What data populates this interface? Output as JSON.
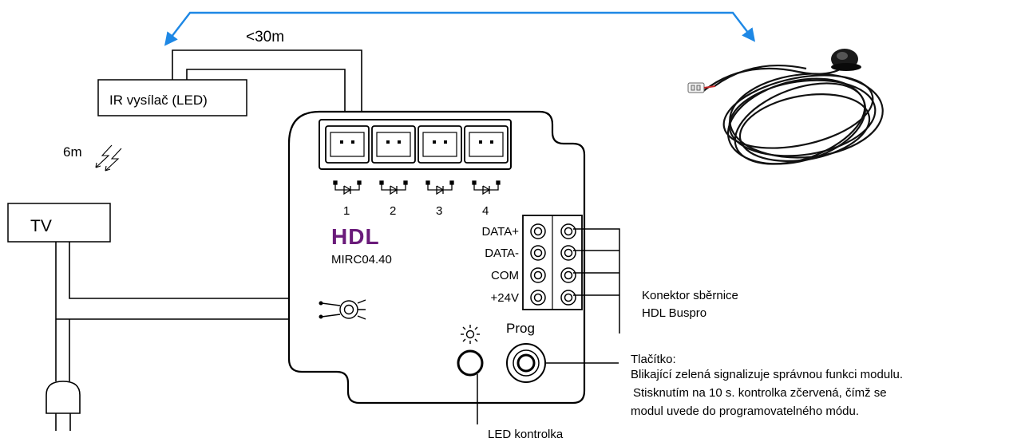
{
  "distance_label": "<30m",
  "ir_label": "IR vysílač (LED)",
  "ir_range_label": "6m",
  "tv_label": "TV",
  "brand": "HDL",
  "model": "MIRC04.40",
  "channels": [
    "1",
    "2",
    "3",
    "4"
  ],
  "bus_pins": [
    "DATA+",
    "DATA-",
    "COM",
    "+24V"
  ],
  "prog_label": "Prog",
  "bus_connector_label": [
    "Konektor sběrnice",
    "HDL Buspro"
  ],
  "button_label": [
    "Tlačítko:",
    "Blikající zelená signalizuje správnou funkci modulu.",
    "Stisknutím na 10 s. kontrolka zčervená, čímž se",
    "modul uvede do programovatelného módu."
  ],
  "led_label": "LED kontrolka",
  "colors": {
    "arrow": "#1e88e5",
    "brand": "#6a1b7a",
    "line": "#000000"
  },
  "icons": [
    "ir-led-icon",
    "lightning-icon",
    "sun-icon",
    "power-plug-icon",
    "ir-receiver-icon"
  ]
}
